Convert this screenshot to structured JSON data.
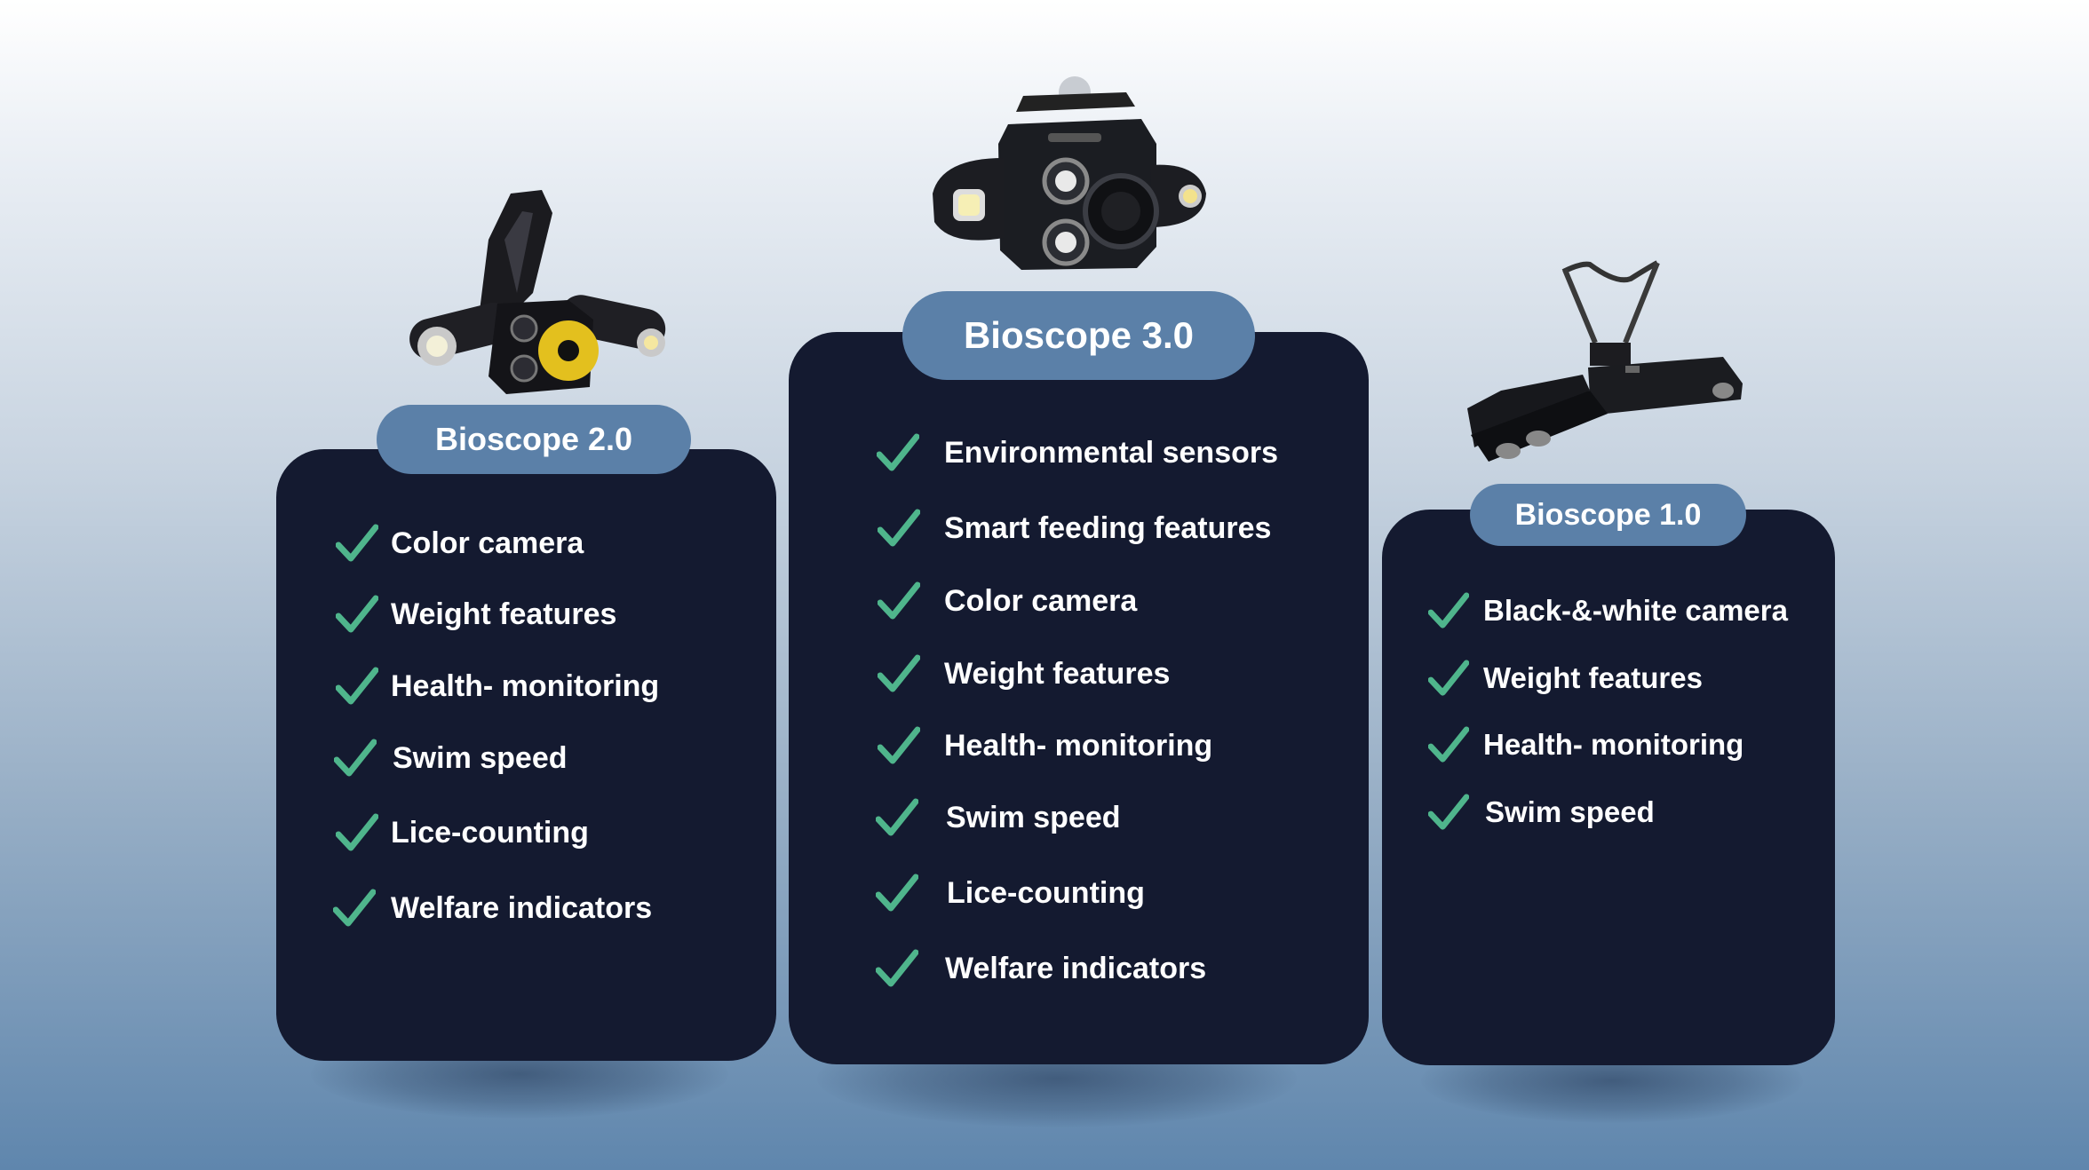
{
  "colors": {
    "card": "#141a30",
    "pill": "#5b80a8",
    "check": "#4fb58c",
    "text": "#ffffff"
  },
  "products": {
    "bioscope_2": {
      "title": "Bioscope 2.0",
      "device_icon": "bioscope-2-camera-icon",
      "features": [
        "Color camera",
        "Weight features",
        "Health- monitoring",
        "Swim speed",
        "Lice-counting",
        "Welfare indicators"
      ]
    },
    "bioscope_3": {
      "title": "Bioscope 3.0",
      "device_icon": "bioscope-3-camera-icon",
      "features": [
        "Environmental sensors",
        "Smart feeding features",
        "Color camera",
        "Weight features",
        "Health- monitoring",
        "Swim speed",
        "Lice-counting",
        "Welfare indicators"
      ]
    },
    "bioscope_1": {
      "title": "Bioscope 1.0",
      "device_icon": "bioscope-1-camera-icon",
      "features": [
        "Black-&-white camera",
        "Weight features",
        "Health- monitoring",
        "Swim speed"
      ]
    }
  }
}
